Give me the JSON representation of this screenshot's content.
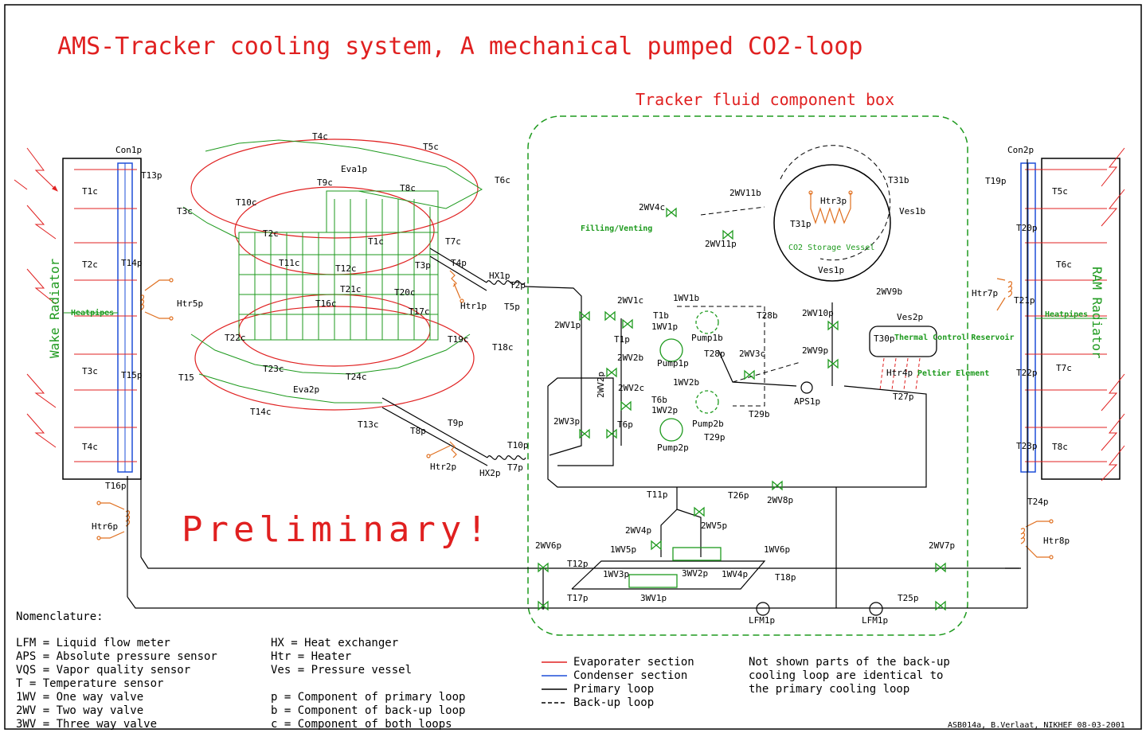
{
  "title": "AMS-Tracker cooling system, A mechanical pumped CO2-loop",
  "box_title": "Tracker fluid component box",
  "watermark": "Preliminary!",
  "footer_ref": "ASB014a, B.Verlaat, NIKHEF 08-03-2001",
  "colors": {
    "evaporator": "#e02020",
    "condenser": "#1e4fd8",
    "primary": "#000000",
    "green": "#1e9a1e",
    "heater": "#e07020"
  },
  "radiators": {
    "left": {
      "name": "Wake Radiator",
      "heatpipes": "Heatpipes",
      "sections": [
        "T1c",
        "T2c",
        "T3c",
        "T4c"
      ]
    },
    "right": {
      "name": "RAM Radiator",
      "heatpipes": "Heatpipes",
      "sections": [
        "T5c",
        "T6c",
        "T7c",
        "T8c"
      ]
    }
  },
  "labels": {
    "con1p": "Con1p",
    "con2p": "Con2p",
    "t13p": "T13p",
    "t14p": "T14p",
    "t15p": "T15p",
    "t16p": "T16p",
    "htr5p": "Htr5p",
    "htr6p": "Htr6p",
    "t19p": "T19p",
    "t20p": "T20p",
    "t21p": "T21p",
    "t22p": "T22p",
    "t23p": "T23p",
    "t24p": "T24p",
    "htr7p": "Htr7p",
    "htr8p": "Htr8p",
    "t4c_top": "T4c",
    "t5c_top": "T5c",
    "t6c_top": "T6c",
    "eva1p": "Eva1p",
    "t9c": "T9c",
    "t8c": "T8c",
    "t10c": "T10c",
    "t3c_top": "T3c",
    "t2c": "T2c",
    "t1c": "T1c",
    "t7c": "T7c",
    "t3p": "T3p",
    "t4p": "T4p",
    "t11c": "T11c",
    "t12c": "T12c",
    "t21c": "T21c",
    "t20c": "T20c",
    "t16c": "T16c",
    "t17c": "T17c",
    "t19c": "T19c",
    "t18c": "T18c",
    "t22c": "T22c",
    "t23c": "T23c",
    "t24c": "T24c",
    "t15": "T15",
    "eva2p": "Eva2p",
    "t14c": "T14c",
    "t13c": "T13c",
    "t9p": "T9p",
    "t8p": "T8p",
    "htr2p": "Htr2p",
    "hx2p": "HX2p",
    "t10p": "T10p",
    "t7p": "T7p",
    "htr1p": "Htr1p",
    "hx1p": "HX1p",
    "t2p": "T2p",
    "t5p": "T5p",
    "twv4c": "2WV4c",
    "filling": "Filling/Venting",
    "twv11p": "2WV11p",
    "twv11b": "2WV11b",
    "htr3p": "Htr3p",
    "t31p": "T31p",
    "t31b": "T31b",
    "ves1b": "Ves1b",
    "co2": "CO2 Storage Vessel",
    "ves1p": "Ves1p",
    "twv9b": "2WV9b",
    "twv10p": "2WV10p",
    "ves2p": "Ves2p",
    "t30p": "T30p",
    "tcr": "Thermal Control Reservoir",
    "twv9p": "2WV9p",
    "htr4p": "Htr4p",
    "peltier": "Peltier Element",
    "t27p": "T27p",
    "aps1p": "APS1p",
    "t29b": "T29b",
    "t28b": "T28b",
    "twv3c": "2WV3c",
    "onewv1b": "1WV1b",
    "onewv1p": "1WV1p",
    "t1b": "T1b",
    "t1p": "T1p",
    "twv1c": "2WV1c",
    "twv1p": "2WV1p",
    "twv2b": "2WV2b",
    "pump1b": "Pump1b",
    "pump1p": "Pump1p",
    "t28p": "T28p",
    "twv2p": "2WV2p",
    "twv2c": "2WV2c",
    "onewv2b": "1WV2b",
    "t6b": "T6b",
    "onewv2p": "1WV2p",
    "t6p": "T6p",
    "pump2b": "Pump2b",
    "pump2p": "Pump2p",
    "t29p": "T29p",
    "twv3p": "2WV3p",
    "t11p": "T11p",
    "t26p": "T26p",
    "twv8p": "2WV8p",
    "twv5p": "2WV5p",
    "twv4p": "2WV4p",
    "onewv5p": "1WV5p",
    "onewv6p": "1WV6p",
    "twv6p": "2WV6p",
    "t12p": "T12p",
    "onewv3p": "1WV3p",
    "thwv2p": "3WV2p",
    "onewv4p": "1WV4p",
    "t18p": "T18p",
    "thwv1p": "3WV1p",
    "t17p": "T17p",
    "twv7p": "2WV7p",
    "t25p": "T25p",
    "lfm1p_a": "LFM1p",
    "lfm1p_b": "LFM1p"
  },
  "nomenclature": {
    "heading": "Nomenclature:",
    "col1": [
      "LFM = Liquid flow meter",
      "APS = Absolute pressure sensor",
      "VQS = Vapor quality sensor",
      "T = Temperature sensor",
      "1WV = One way valve",
      "2WV = Two way valve",
      "3WV = Three way valve"
    ],
    "col2a": [
      "HX = Heat exchanger",
      "Htr = Heater",
      "Ves = Pressure vessel"
    ],
    "col2b": [
      "p = Component of primary loop",
      "b = Component of back-up loop",
      "c = Component of both loops"
    ]
  },
  "legend": [
    {
      "label": "Evaporater section",
      "style": "evaporator"
    },
    {
      "label": "Condenser section",
      "style": "condenser"
    },
    {
      "label": "Primary loop",
      "style": "primary"
    },
    {
      "label": "Back-up loop",
      "style": "backup"
    }
  ],
  "note": [
    "Not shown parts of the back-up",
    "cooling loop are identical to",
    "the primary cooling loop"
  ]
}
